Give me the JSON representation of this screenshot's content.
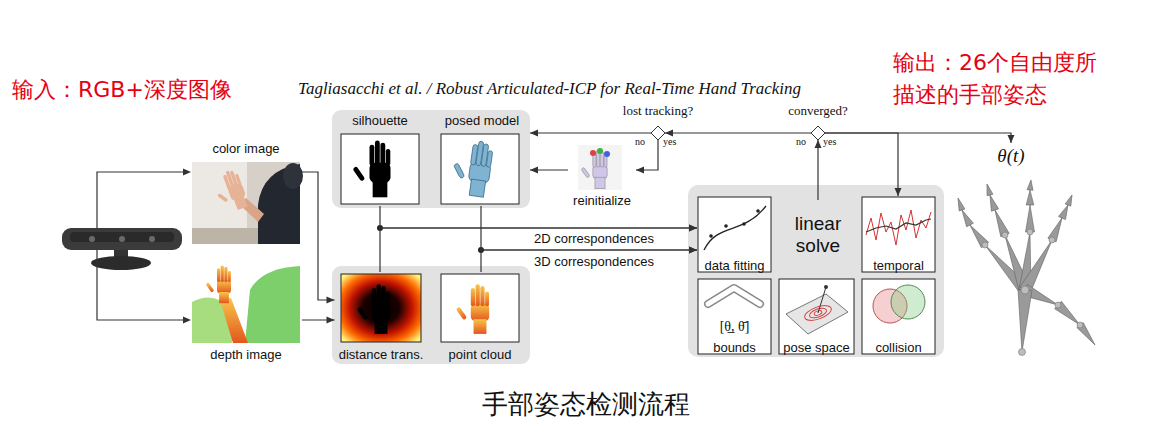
{
  "diagram": {
    "caption": "手部姿态检测流程",
    "nodes": [
      {
        "text": [
          "color image"
        ]
      },
      {
        "text": [
          "depth image"
        ]
      },
      {
        "text": [
          "silhouette"
        ]
      },
      {
        "text": [
          "posed model"
        ]
      },
      {
        "text": [
          "distance trans."
        ]
      },
      {
        "text": [
          "point cloud"
        ]
      },
      {
        "text": [
          "lost tracking?"
        ]
      },
      {
        "text": [
          "converged?"
        ]
      },
      {
        "text": [
          "reinitialize"
        ]
      },
      {
        "text": [
          "data fitting"
        ]
      },
      {
        "text": [
          "linear solve"
        ]
      },
      {
        "text": [
          "temporal"
        ]
      },
      {
        "text": [
          "[θ̲, θ̄]",
          "bounds"
        ]
      },
      {
        "text": [
          "pose space"
        ]
      },
      {
        "text": [
          "collision"
        ]
      },
      {
        "text": [
          "θ(t)"
        ]
      }
    ],
    "edges": [
      {
        "from": 0,
        "to": 4,
        "arrow": "to"
      },
      {
        "from": 1,
        "to": 4,
        "arrow": "to"
      },
      {
        "from": 2,
        "to": 9,
        "label": "2D correspondences",
        "arrow": "to"
      },
      {
        "from": 4,
        "to": 9,
        "arrow": "to"
      },
      {
        "from": 3,
        "to": 9,
        "label": "3D correspondences",
        "arrow": "to"
      },
      {
        "from": 5,
        "to": 9,
        "arrow": "to"
      },
      {
        "from": 10,
        "to": 7,
        "arrow": "to"
      },
      {
        "from": 7,
        "to": 6,
        "arrow": "to"
      },
      {
        "from": 6,
        "to": 3,
        "arrow": "to"
      },
      {
        "from": 6,
        "to": 8,
        "arrow": "to"
      },
      {
        "from": 8,
        "to": 3,
        "arrow": "to"
      },
      {
        "from": 7,
        "to": 11,
        "arrow": "to"
      },
      {
        "from": 7,
        "to": 15,
        "arrow": "to"
      }
    ],
    "labels": [
      "输入：RGB+深度图像",
      "Tagliasacchi et al. / Robust Articulated-ICP for Real-Time Hand Tracking",
      "输出：26个自由度所描述的手部姿态",
      "no",
      "yes",
      "no",
      "yes"
    ]
  }
}
